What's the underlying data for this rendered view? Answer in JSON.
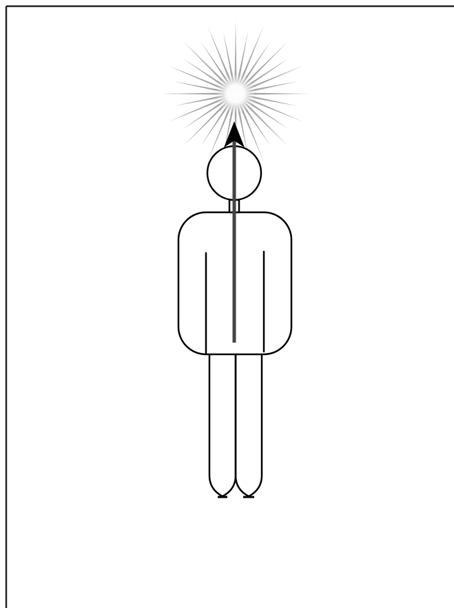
{
  "diagram": {
    "ray_count": 32,
    "colors": {
      "background": "#ffffff",
      "frame": "#222222",
      "outline": "#000000",
      "arrow_shaft": "#444444",
      "arrow_head": "#000000",
      "burst_ray": "#a6a6a6",
      "burst_glow": "#ffffff"
    },
    "icons": {
      "burst": "starburst-icon",
      "figure": "standing-person-figure",
      "arrow": "upward-arrow"
    }
  }
}
